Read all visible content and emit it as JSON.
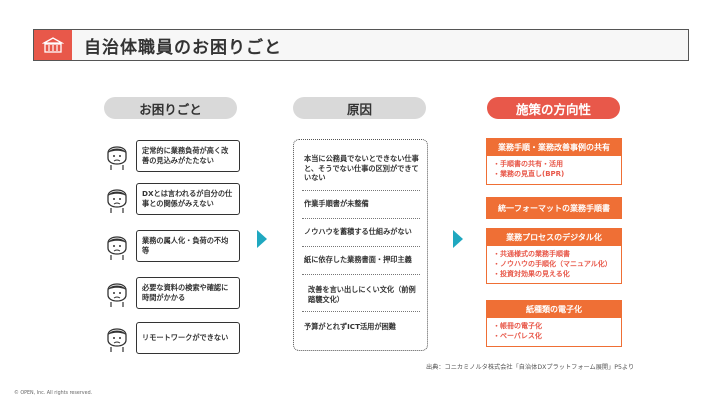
{
  "title": "自治体職員のお困りごと",
  "columns": {
    "problems_label": "お困りごと",
    "causes_label": "原因",
    "measures_label": "施策の方向性"
  },
  "problems": [
    {
      "text": "定常的に業務負荷が高く改善の見込みがたたない"
    },
    {
      "text": "DXとは言われるが自分の仕事との関係がみえない"
    },
    {
      "text": "業務の属人化・負荷の不均等"
    },
    {
      "text": "必要な資料の検索や確認に時間がかかる"
    },
    {
      "text": "リモートワークができない"
    }
  ],
  "causes": [
    {
      "text": "本当に公務員でないとできない仕事と、そうでない仕事の区別ができていない"
    },
    {
      "text": "作業手順書が未整備"
    },
    {
      "text": "ノウハウを蓄積する仕組みがない"
    },
    {
      "text": "紙に依存した業務書面・押印主義"
    },
    {
      "text": "改善を言い出しにくい文化（前例踏襲文化）"
    },
    {
      "text": "予算がとれずICT活用が困難"
    }
  ],
  "measures": [
    {
      "title": "業務手順・業務改善事例の共有",
      "items": [
        "・手順書の共有・活用",
        "・業務の見直し(BPR)"
      ]
    },
    {
      "title": "統一フォーマットの業務手順書",
      "items": []
    },
    {
      "title": "業務プロセスのデジタル化",
      "items": [
        "・共通様式の業務手順書",
        "・ノウハウの手順化（マニュアル化）",
        "・投資対効果の見える化"
      ]
    },
    {
      "title": "紙種類の電子化",
      "items": [
        "・帳冊の電子化",
        "・ペーパレス化"
      ]
    }
  ],
  "source": "出典：コニカミノルタ株式会社「自治体DXプラットフォーム展開」P5より",
  "copyright": "© OPEN, Inc. All rights reserved.",
  "colors": {
    "accent_red": "#e8584a",
    "accent_orange": "#ef6f35",
    "arrow_teal": "#1fa8c0",
    "pill_gray": "#d9d9d9"
  }
}
